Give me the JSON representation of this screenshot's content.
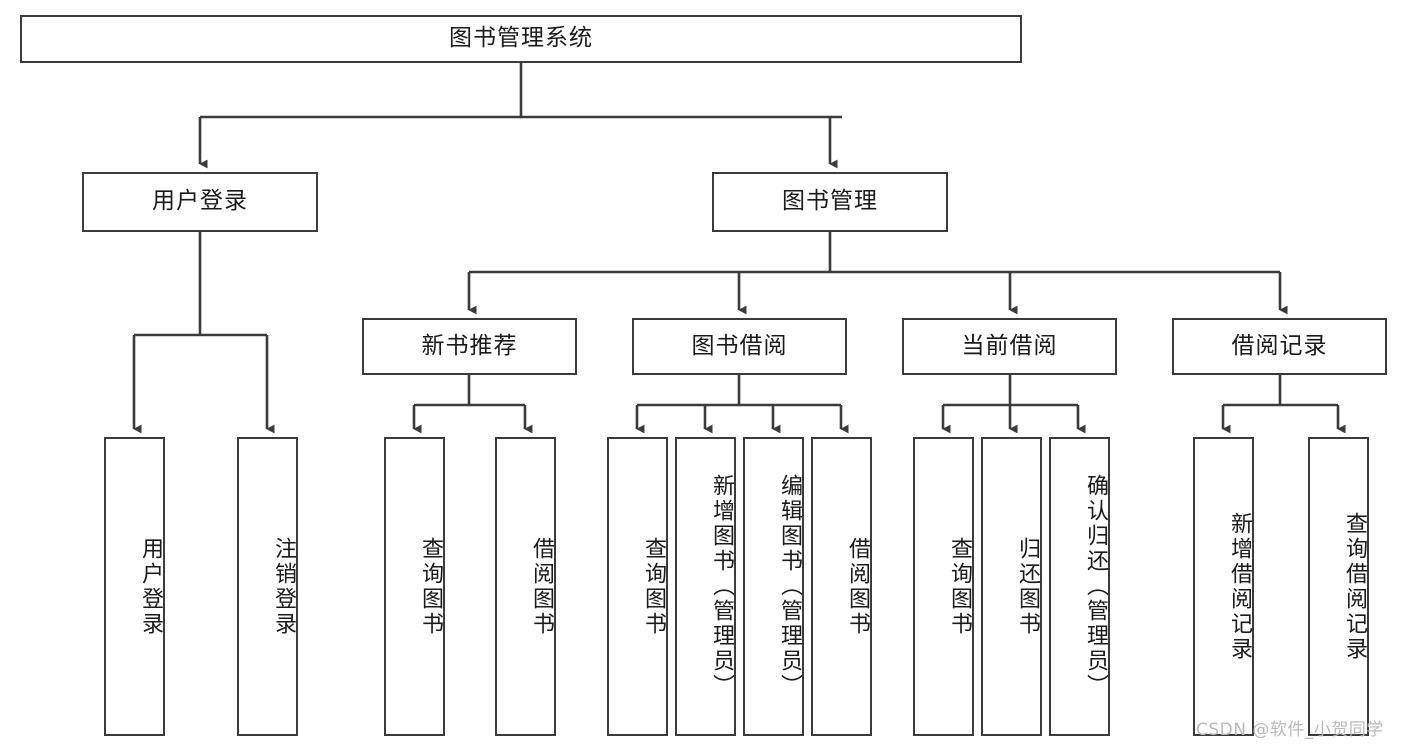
{
  "diagram": {
    "type": "tree",
    "title": "图书管理系统",
    "root": {
      "label": "图书管理系统"
    },
    "level1": [
      {
        "label": "用户登录"
      },
      {
        "label": "图书管理"
      }
    ],
    "level2": [
      {
        "label": "新书推荐"
      },
      {
        "label": "图书借阅"
      },
      {
        "label": "当前借阅"
      },
      {
        "label": "借阅记录"
      }
    ],
    "leaves": {
      "user_login": [
        {
          "label": "用户登录"
        },
        {
          "label": "注销登录"
        }
      ],
      "new_book_recommend": [
        {
          "label": "查询图书"
        },
        {
          "label": "借阅图书"
        }
      ],
      "book_borrow": [
        {
          "label": "查询图书"
        },
        {
          "label": "新增图书（管理员）"
        },
        {
          "label": "编辑图书（管理员）"
        },
        {
          "label": "借阅图书"
        }
      ],
      "current_borrow": [
        {
          "label": "查询图书"
        },
        {
          "label": "归还图书"
        },
        {
          "label": "确认归还（管理员）"
        }
      ],
      "borrow_record": [
        {
          "label": "新增借阅记录"
        },
        {
          "label": "查询借阅记录"
        }
      ]
    },
    "watermark": "CSDN @软件_小贺同学",
    "colors": {
      "stroke": "#3b3b3b",
      "background": "#ffffff",
      "text": "#1a1a1a",
      "watermark": "#b9b9b9"
    }
  }
}
